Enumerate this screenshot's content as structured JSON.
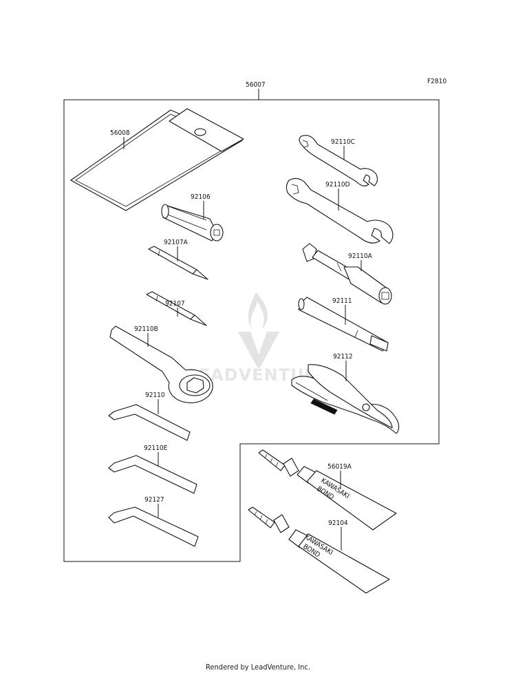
{
  "diagram": {
    "figure_code": "F2810",
    "watermark": "LEADVENTURE",
    "labels": {
      "kit": "56007",
      "pouch": "56008",
      "handle": "92106",
      "bit_a": "92107A",
      "bit": "92107",
      "ring_wrench": "92110B",
      "hex_key": "92110",
      "hex_key_e": "92110E",
      "hex_key_2": "92127",
      "open_wrench_c": "92110C",
      "open_wrench_d": "92110D",
      "box_wrench": "92110A",
      "extension": "92111",
      "pliers": "92112",
      "bond_a": "56019A",
      "bond": "92104"
    },
    "bond_tube_text": [
      "KAWASAKI",
      "BOND"
    ]
  },
  "footer": "Rendered by LeadVenture, Inc."
}
